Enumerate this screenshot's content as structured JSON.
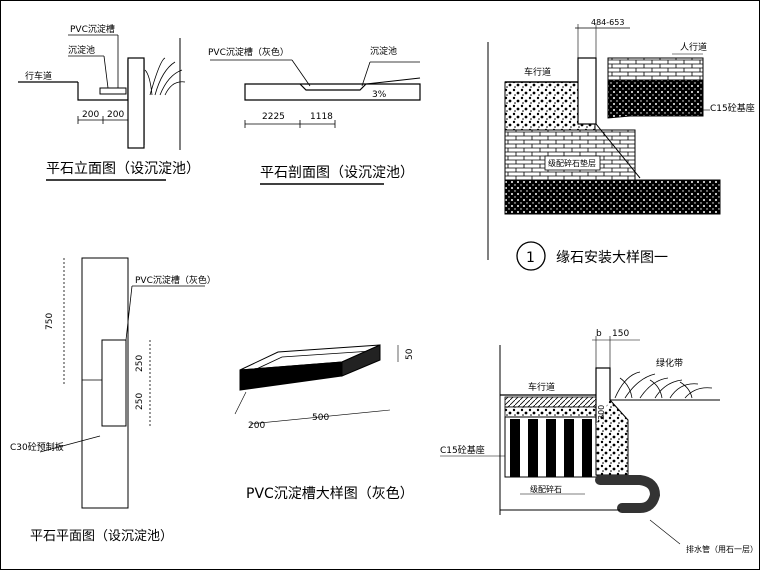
{
  "top_left": {
    "label_pvc": "PVC沉淀槽",
    "label_pool": "沉淀池",
    "label_road": "行车道",
    "dim_a": "200",
    "dim_b": "200",
    "title": "平石立面图（设沉淀池）"
  },
  "top_mid": {
    "label_pvc": "PVC沉淀槽（灰色）",
    "label_pool": "沉淀池",
    "label_slope": "3%",
    "dim_a": "2225",
    "dim_b": "1118",
    "title": "平石剖面图（设沉淀池）"
  },
  "top_right": {
    "dim_top": "484-653",
    "label_road": "车行道",
    "label_walk": "人行道",
    "label_base": "C15砼基座",
    "label_layer": "级配碎石垫层",
    "circle_num": "1",
    "title": "缘石安装大样图一"
  },
  "bottom_left": {
    "label_pvc": "PVC沉淀槽（灰色）",
    "label_c30": "C30砼预制板",
    "dim_height": "750",
    "dim_a": "250",
    "dim_b": "250",
    "title": "平石平面图（设沉淀池）"
  },
  "bottom_mid": {
    "dim_h": "50",
    "dim_w": "200",
    "dim_l": "500",
    "title": "PVC沉淀槽大样图（灰色）"
  },
  "bottom_right": {
    "dim_b": "b",
    "dim_150": "150",
    "label_road": "车行道",
    "label_green": "绿化带",
    "dim_300": "300",
    "label_base": "C15砼基座",
    "label_stone": "级配碎石",
    "label_drain": "排水管（用石一层）"
  }
}
